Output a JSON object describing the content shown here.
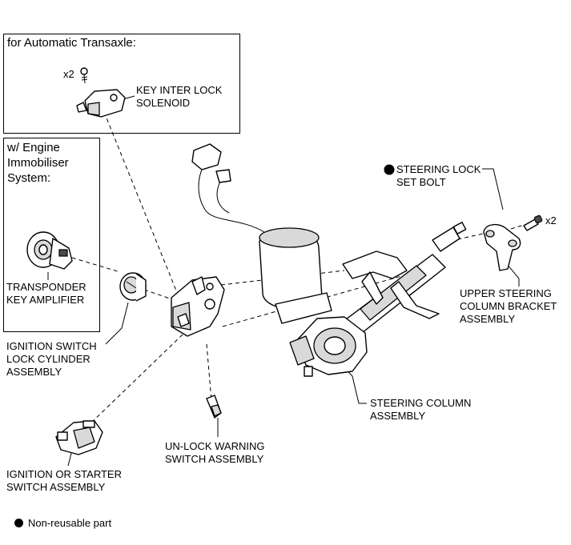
{
  "boxes": {
    "automatic_transaxle": "for Automatic Transaxle:",
    "engine_immobiliser": [
      "w/ Engine",
      "Immobiliser",
      "System:"
    ]
  },
  "quantities": {
    "solenoid_screws": "x2",
    "lock_set_bolts": "x2"
  },
  "labels": {
    "key_interlock_solenoid": [
      "KEY INTER LOCK",
      "SOLENOID"
    ],
    "steering_lock_set_bolt": [
      "STEERING LOCK",
      "SET BOLT"
    ],
    "transponder_key_amplifier": [
      "TRANSPONDER",
      "KEY AMPLIFIER"
    ],
    "upper_steering_column_bracket": [
      "UPPER STEERING",
      "COLUMN BRACKET",
      "ASSEMBLY"
    ],
    "ignition_switch_lock_cylinder": [
      "IGNITION SWITCH",
      "LOCK CYLINDER",
      "ASSEMBLY"
    ],
    "steering_column": [
      "STEERING COLUMN",
      "ASSEMBLY"
    ],
    "unlock_warning_switch": [
      "UN-LOCK WARNING",
      "SWITCH ASSEMBLY"
    ],
    "ignition_starter_switch": [
      "IGNITION OR STARTER",
      "SWITCH ASSEMBLY"
    ]
  },
  "legend": {
    "non_reusable": "Non-reusable part"
  }
}
